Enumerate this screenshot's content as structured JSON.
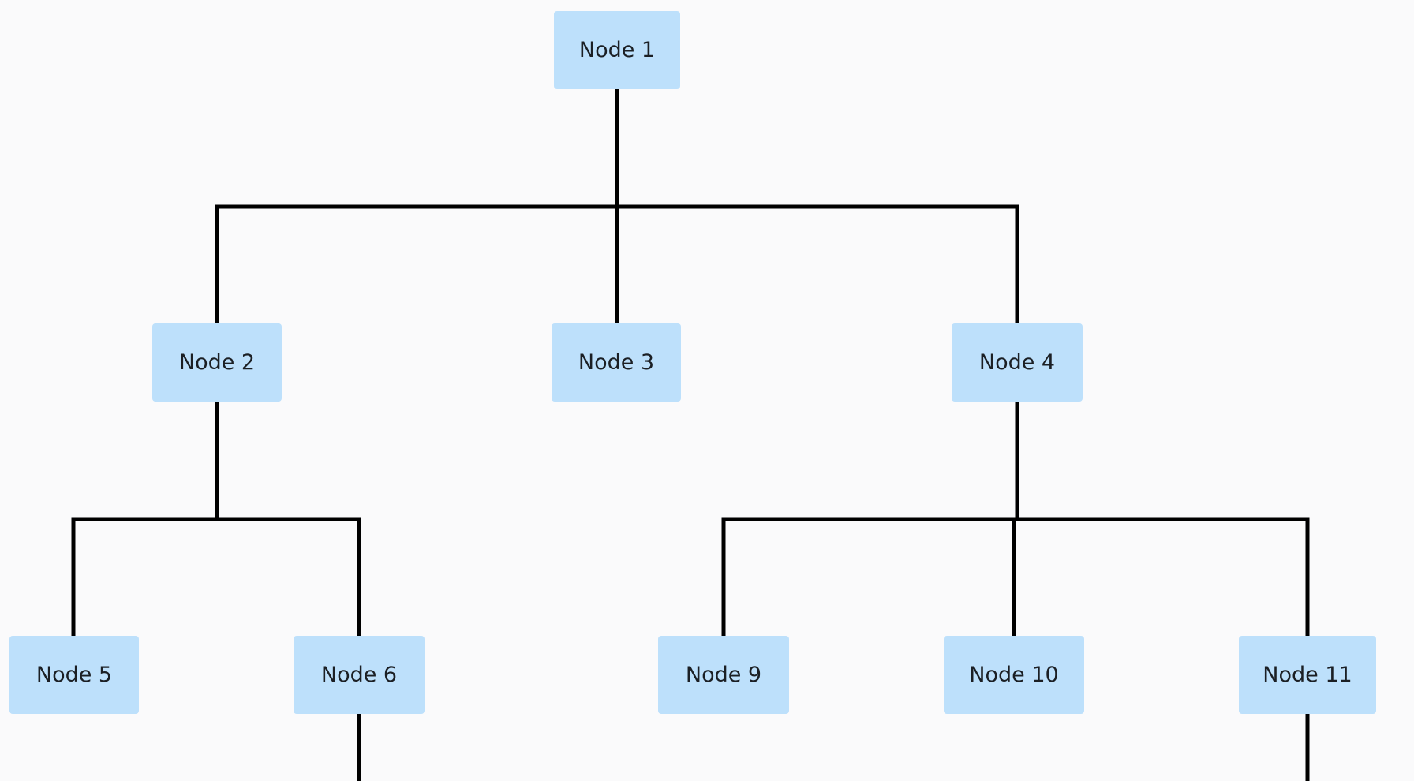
{
  "nodes": [
    {
      "id": "n1",
      "label": "Node 1"
    },
    {
      "id": "n2",
      "label": "Node 2"
    },
    {
      "id": "n3",
      "label": "Node 3"
    },
    {
      "id": "n4",
      "label": "Node 4"
    },
    {
      "id": "n5",
      "label": "Node 5"
    },
    {
      "id": "n6",
      "label": "Node 6"
    },
    {
      "id": "n9",
      "label": "Node 9"
    },
    {
      "id": "n10",
      "label": "Node 10"
    },
    {
      "id": "n11",
      "label": "Node 11"
    }
  ],
  "edges": [
    [
      "n1",
      "n2"
    ],
    [
      "n1",
      "n3"
    ],
    [
      "n1",
      "n4"
    ],
    [
      "n2",
      "n5"
    ],
    [
      "n2",
      "n6"
    ],
    [
      "n4",
      "n9"
    ],
    [
      "n4",
      "n10"
    ],
    [
      "n4",
      "n11"
    ]
  ],
  "colors": {
    "background": "#fafafb",
    "node_fill": "#bde0fb",
    "node_text": "#1b1f24",
    "connector": "#000000"
  }
}
